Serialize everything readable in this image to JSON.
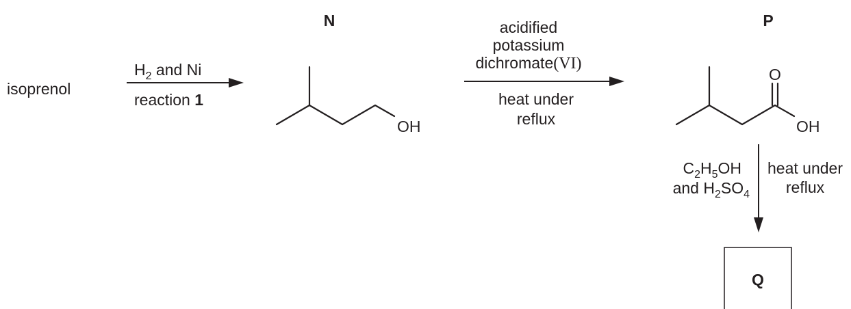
{
  "start": {
    "name": "isoprenol"
  },
  "reaction1": {
    "reagent": "H",
    "reagent_sub": "2",
    "reagent_rest": " and Ni",
    "label": "reaction ",
    "label_number": "1"
  },
  "compound_n": {
    "label": "N",
    "group": "OH"
  },
  "oxidation": {
    "line1": "acidified",
    "line2": "potassium",
    "line3": "dichromate",
    "line3_roman": "(VI)",
    "condition1": "heat under",
    "condition2": "reflux"
  },
  "compound_p": {
    "label": "P",
    "carbonyl_o": "O",
    "group": "OH"
  },
  "esterification": {
    "r1_a": "C",
    "r1_sub1": "2",
    "r1_b": "H",
    "r1_sub2": "5",
    "r1_c": "OH",
    "r2_a": "and H",
    "r2_sub1": "2",
    "r2_b": "SO",
    "r2_sub2": "4",
    "condition1": "heat under",
    "condition2": "reflux"
  },
  "compound_q": {
    "label": "Q"
  }
}
